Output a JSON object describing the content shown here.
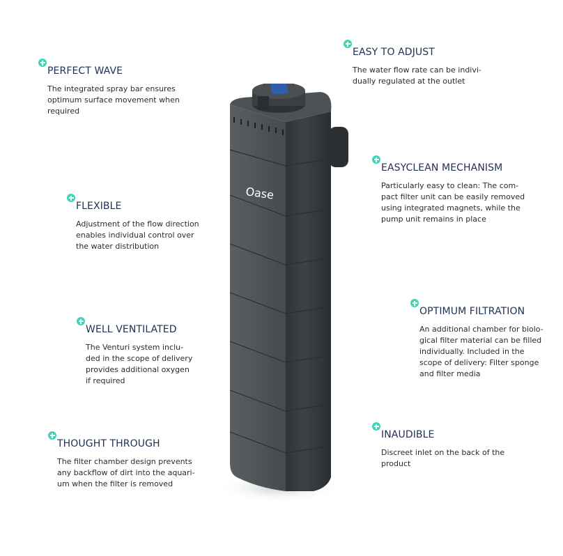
{
  "product": {
    "brand_logo": "Oase",
    "colors": {
      "body": "#3f4547",
      "accent_knob": "#2e5fa8",
      "plus_icon": "#3fd6b8",
      "title": "#1f2f55"
    }
  },
  "features": [
    {
      "title": "PERFECT WAVE",
      "description": "The integrated spray bar ensures\noptimum surface movement when\nrequired"
    },
    {
      "title": "EASY TO ADJUST",
      "description": "The water flow rate can be indivi-\ndually regulated at the outlet"
    },
    {
      "title": "FLEXIBLE",
      "description": "Adjustment of the flow direction\nenables individual control over\nthe water distribution"
    },
    {
      "title": "EASYCLEAN MECHANISM",
      "description": "Particularly easy to clean: The com-\npact filter unit can be easily removed\nusing integrated magnets, while the\npump unit remains in place"
    },
    {
      "title": "WELL VENTILATED",
      "description": "The Venturi system inclu-\nded in the scope of delivery\nprovides additional oxygen\nif required"
    },
    {
      "title": "OPTIMUM FILTRATION",
      "description": "An additional chamber for biolo-\ngical filter material can be filled\nindividually. Included in the\nscope of delivery: Filter sponge\nand filter media"
    },
    {
      "title": "THOUGHT THROUGH",
      "description": "The filter chamber design prevents\nany backflow of dirt into the aquari-\num when the filter is removed"
    },
    {
      "title": "INAUDIBLE",
      "description": "Discreet inlet on the back of the\nproduct"
    }
  ]
}
